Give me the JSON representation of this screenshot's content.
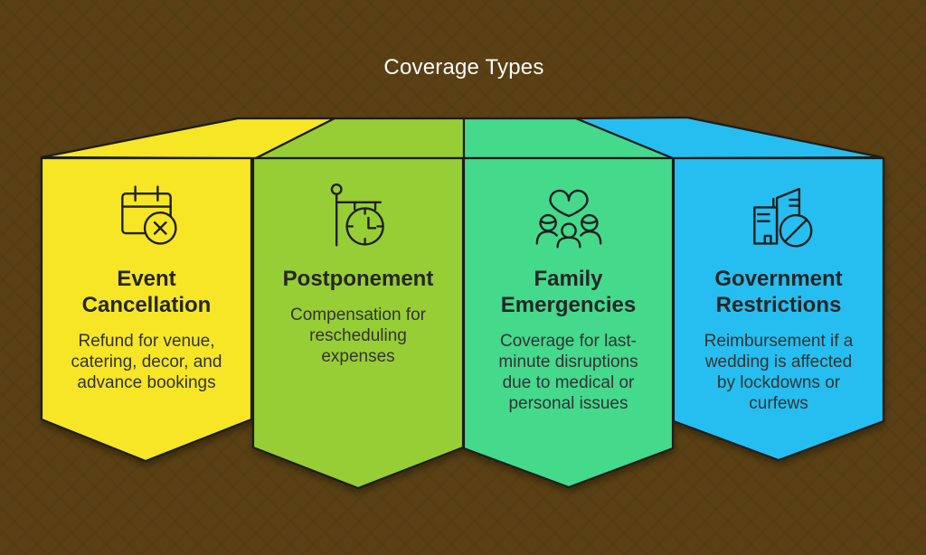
{
  "page": {
    "title": "Coverage Types"
  },
  "colors": {
    "background": "#5A4014",
    "outline": "#1C1C1C",
    "title_text": "#FCFCFC",
    "card_title_text": "#262626",
    "card_body_text": "#333333",
    "card1": "#F6E628",
    "card2": "#97CE34",
    "card3": "#44D98C",
    "card4": "#27BEF0"
  },
  "cards": [
    {
      "title": "Event\nCancellation",
      "description": "Refund for venue,\ncatering, decor, and\nadvance bookings",
      "icon": "calendar-cancel-icon"
    },
    {
      "title": "Postponement",
      "description": "Compensation for\nrescheduling\nexpenses",
      "icon": "street-clock-icon"
    },
    {
      "title": "Family\nEmergencies",
      "description": "Coverage for last-\nminute disruptions\ndue to medical or\npersonal issues",
      "icon": "family-heart-icon"
    },
    {
      "title": "Government\nRestrictions",
      "description": "Reimbursement if a\nwedding is affected\nby lockdowns or\ncurfews",
      "icon": "building-ban-icon"
    }
  ]
}
